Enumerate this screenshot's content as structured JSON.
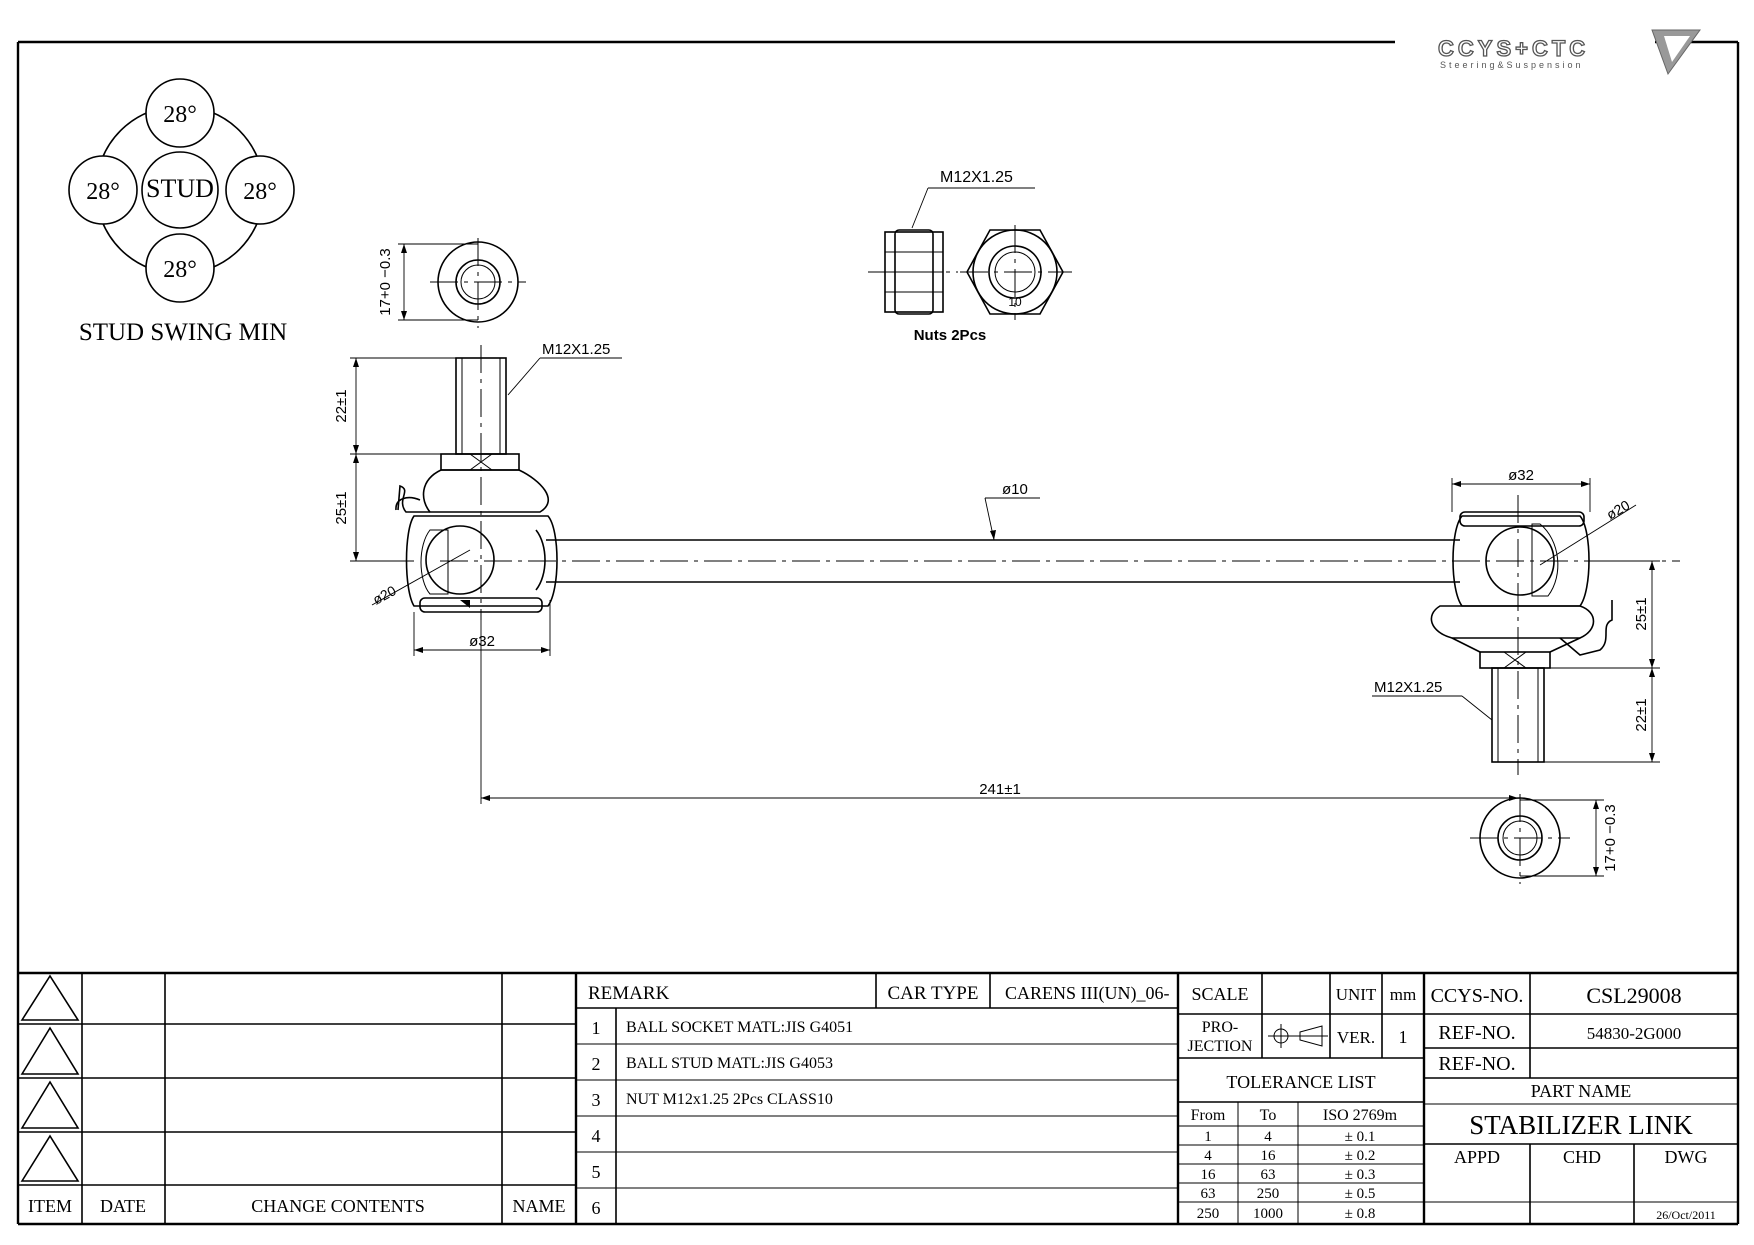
{
  "logo": {
    "brand": "CCYS+CTC",
    "tagline": "Steering&Suspension"
  },
  "swing": {
    "center_label": "STUD",
    "angles": [
      "28°",
      "28°",
      "28°",
      "28°"
    ],
    "caption": "STUD SWING MIN"
  },
  "dims": {
    "nut_thread": "M12X1.25",
    "nut_size": "10",
    "nuts_caption": "Nuts  2Pcs",
    "bushing_left": "17+0 −0.3",
    "bushing_right": "17+0 −0.3",
    "left_thread": "M12X1.25",
    "left_thread_len": "22±1",
    "left_height": "25±1",
    "left_ball": "ø20",
    "left_dia": "ø32",
    "rod_dia": "ø10",
    "right_dia": "ø32",
    "right_ball": "ø20",
    "right_height": "25±1",
    "right_thread": "M12X1.25",
    "right_thread_len": "22±1",
    "length": "241±1"
  },
  "revision_table": {
    "headers": {
      "item": "ITEM",
      "date": "DATE",
      "change": "CHANGE CONTENTS",
      "name": "NAME"
    }
  },
  "remarks": {
    "header": "REMARK",
    "car_type_label": "CAR TYPE",
    "car_type_value": "CARENS III(UN)_06-",
    "items": [
      {
        "no": "1",
        "text": "BALL SOCKET MATL:JIS G4051"
      },
      {
        "no": "2",
        "text": "BALL STUD MATL:JIS G4053"
      },
      {
        "no": "3",
        "text": "NUT M12x1.25 2Pcs CLASS10"
      },
      {
        "no": "4",
        "text": ""
      },
      {
        "no": "5",
        "text": ""
      },
      {
        "no": "6",
        "text": ""
      }
    ]
  },
  "block": {
    "scale_label": "SCALE",
    "scale_value": "",
    "unit_label": "UNIT",
    "unit_value": "mm",
    "projection_label": "PRO-\nJECTION",
    "projection_l1": "PRO-",
    "projection_l2": "JECTION",
    "ver_label": "VER.",
    "ver_value": "1",
    "tolerance_title": "TOLERANCE LIST",
    "tolerance_headers": [
      "From",
      "To",
      "ISO 2769m"
    ],
    "tolerance_rows": [
      [
        "1",
        "4",
        "± 0.1"
      ],
      [
        "4",
        "16",
        "± 0.2"
      ],
      [
        "16",
        "63",
        "± 0.3"
      ],
      [
        "63",
        "250",
        "± 0.5"
      ],
      [
        "250",
        "1000",
        "± 0.8"
      ]
    ],
    "ccys_no_label": "CCYS-NO.",
    "ccys_no_value": "CSL29008",
    "ref_no_label": "REF-NO.",
    "ref_no_value": "54830-2G000",
    "ref_no2_label": "REF-NO.",
    "ref_no2_value": "",
    "part_name_label": "PART NAME",
    "part_name_value": "STABILIZER LINK",
    "appd_label": "APPD",
    "chd_label": "CHD",
    "dwg_label": "DWG",
    "date_value": "26/Oct/2011"
  }
}
